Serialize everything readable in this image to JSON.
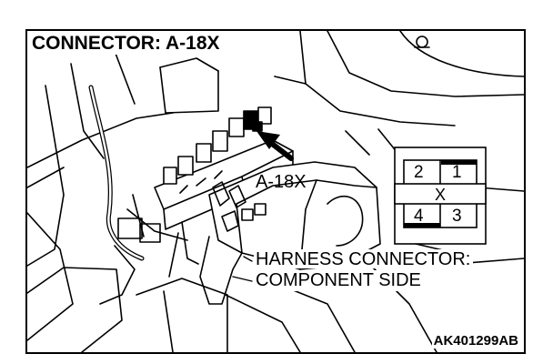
{
  "title": "CONNECTOR: A-18X",
  "connector_label": "A-18X",
  "harness_label_line1": "HARNESS CONNECTOR:",
  "harness_label_line2": "COMPONENT SIDE",
  "figure_code": "AK401299AB",
  "connector_inset": {
    "center_mark": "X",
    "pins_top": [
      "2",
      "1"
    ],
    "pins_bottom": [
      "4",
      "3"
    ]
  },
  "colors": {
    "line": "#000000",
    "background": "#ffffff"
  }
}
